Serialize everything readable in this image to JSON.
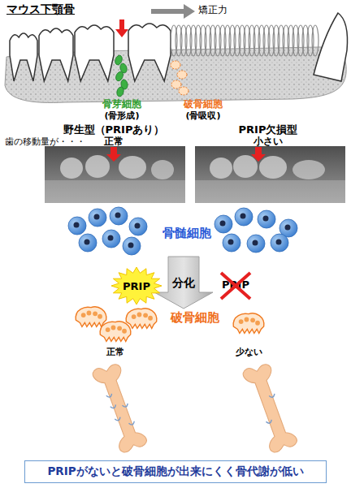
{
  "diagram": {
    "title": "マウス下顎骨",
    "nodes": [
      {
        "text": [
          "PRIP"
        ]
      },
      {
        "text": [
          "PRIPがないと破骨細胞が出来にくく骨代謝が低い"
        ]
      }
    ],
    "labels": [
      "矯正力",
      "骨芽細胞",
      "(骨形成)",
      "破骨細胞",
      "(骨吸収)",
      "野生型（PRIPあり）",
      "PRIP欠損型",
      "歯の移動量が・・・",
      "正常",
      "小さい",
      "骨髄細胞",
      "分化",
      "PRIP",
      "破骨細胞",
      "正常",
      "少ない"
    ]
  }
}
